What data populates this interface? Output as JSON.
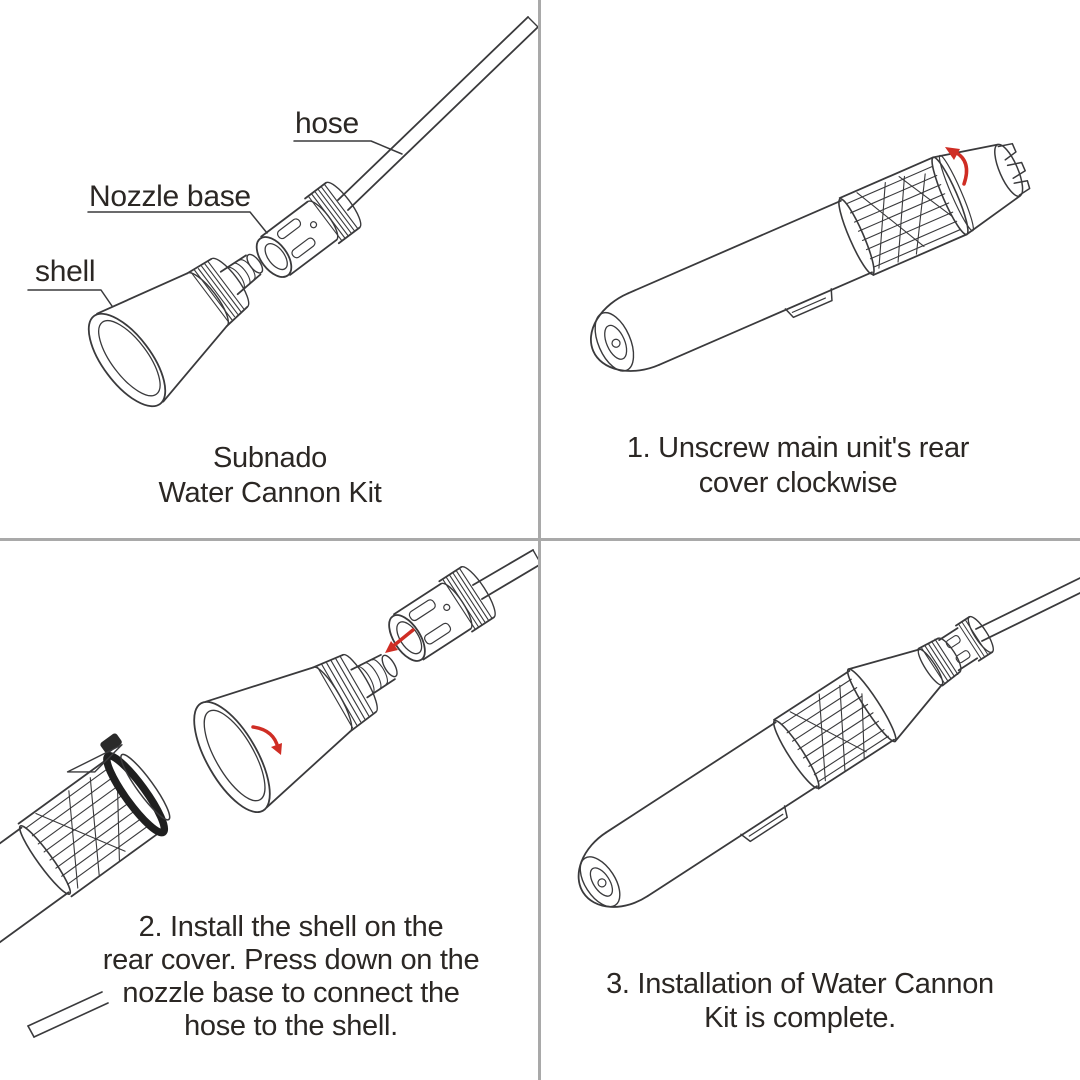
{
  "colors": {
    "background": "#ffffff",
    "line_art": "#3a3a3c",
    "text": "#2b2724",
    "arrow_red": "#cf2d24",
    "divider_gray": "#a9a9a9"
  },
  "panels": {
    "kit": {
      "labels": {
        "hose": "hose",
        "nozzle_base": "Nozzle base",
        "shell": "shell"
      },
      "caption": "Subnado\nWater Cannon Kit"
    },
    "step1": {
      "caption": "1. Unscrew main unit's rear\ncover clockwise"
    },
    "step2": {
      "caption": "2. Install the shell on the\nrear cover. Press down on the\nnozzle base to connect the\nhose to the shell."
    },
    "step3": {
      "caption": "3. Installation of Water Cannon\nKit is complete."
    }
  }
}
